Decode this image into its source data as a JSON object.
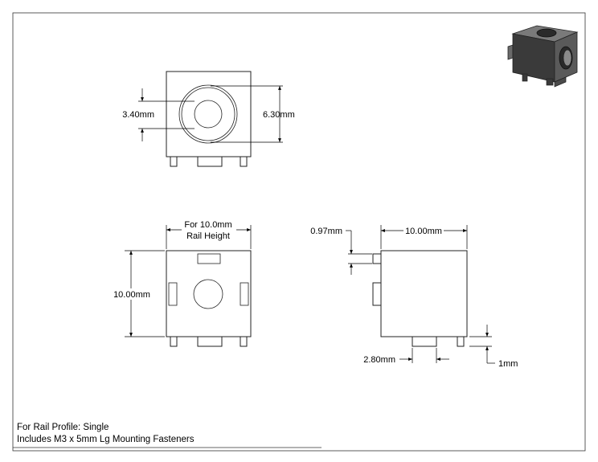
{
  "drawing": {
    "dimensions": {
      "hole_diameter": "3.40mm",
      "boss_diameter": "6.30mm",
      "rail_height_line1": "For 10.0mm",
      "rail_height_line2": "Rail Height",
      "front_height": "10.00mm",
      "side_width": "10.00mm",
      "tab_height": "0.97mm",
      "peg_width": "2.80mm",
      "peg_height": "1mm"
    },
    "notes": {
      "rail_profile": "For Rail Profile: Single",
      "fasteners": "Includes M3 x 5mm Lg Mounting Fasteners"
    },
    "colors": {
      "outline": "#222222",
      "iso_dark": "#3a3a3a",
      "iso_mid": "#5a5a5a",
      "iso_light": "#7a7a7a"
    }
  }
}
